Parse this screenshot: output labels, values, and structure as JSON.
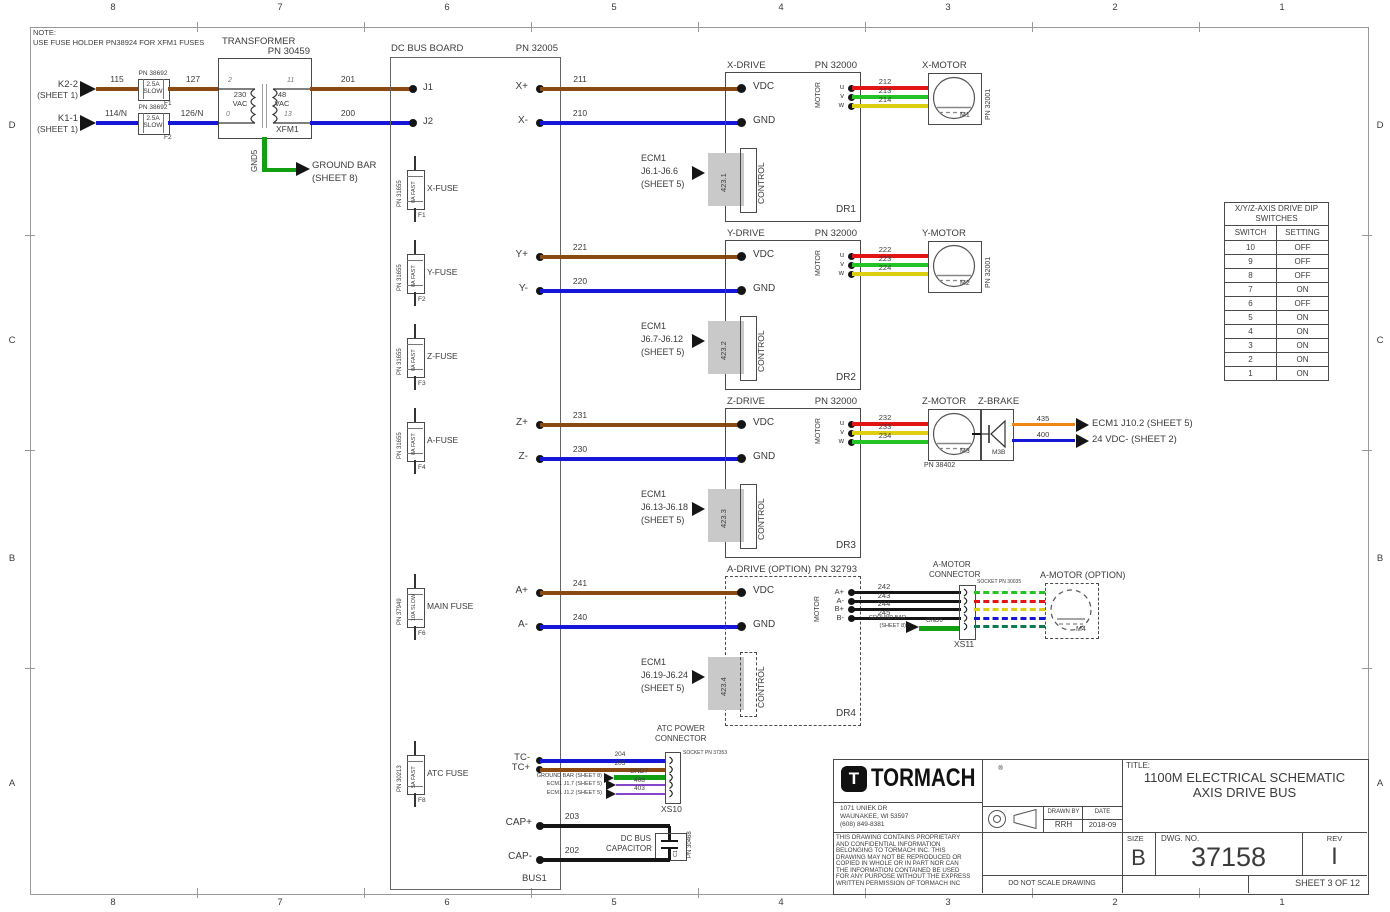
{
  "page": {
    "zones_top": [
      "8",
      "7",
      "6",
      "5",
      "4",
      "3",
      "2",
      "1"
    ],
    "zones_side": [
      "D",
      "C",
      "B",
      "A"
    ],
    "note_title": "NOTE:",
    "note_body": "USE FUSE HOLDER PN38924 FOR XFM1 FUSES"
  },
  "colors": {
    "vdc_wire": "#8a4a12",
    "gnd_wire": "#1616d6",
    "phase_red": "#e41414",
    "phase_green": "#23c423",
    "phase_yellow": "#ddcf10",
    "brake_orange": "#f08612",
    "signal_purple": "#8747cc",
    "ground_green": "#12a012",
    "teal": "#0d7a4d"
  },
  "transformer": {
    "title": "TRANSFORMER",
    "pn": "PN 30459",
    "primary_1": "230",
    "primary_2": "VAC",
    "secondary_1": "48",
    "secondary_2": "VAC",
    "pin_tl": "2",
    "pin_tr": "11",
    "pin_bl": "0",
    "pin_br": "13",
    "ref": "XFM1",
    "gnd": "GND5",
    "ground_1": "GROUND BAR",
    "ground_2": "(SHEET 8)"
  },
  "inputs": [
    {
      "name": "K2-2",
      "sheet": "(SHEET 1)",
      "wire_in": "115",
      "fuse_pn": "PN 38692",
      "fuse_val": "2.5A",
      "fuse_speed": "SLOW",
      "ref": "F1",
      "wire_out": "127",
      "bus_wire": "201",
      "bus_term": "J1"
    },
    {
      "name": "K1-1",
      "sheet": "(SHEET 1)",
      "wire_in": "114/N",
      "fuse_pn": "PN 38692",
      "fuse_val": "2.5A",
      "fuse_speed": "SLOW",
      "ref": "F2",
      "wire_out": "126/N",
      "bus_wire": "200",
      "bus_term": "J2"
    }
  ],
  "bus": {
    "title": "DC BUS BOARD",
    "pn": "PN 32005",
    "ref": "BUS1"
  },
  "fuses": [
    {
      "pn": "PN 31655",
      "rating": "8A FAST",
      "label": "X-FUSE",
      "ref": "F1"
    },
    {
      "pn": "PN 31655",
      "rating": "8A FAST",
      "label": "Y-FUSE",
      "ref": "F2"
    },
    {
      "pn": "PN 31655",
      "rating": "8A FAST",
      "label": "Z-FUSE",
      "ref": "F3"
    },
    {
      "pn": "PN 31655",
      "rating": "8A FAST",
      "label": "A-FUSE",
      "ref": "F4"
    },
    {
      "pn": "PN 37949",
      "rating": "10A SLOW",
      "label": "MAIN FUSE",
      "ref": "F6"
    },
    {
      "pn": "PN 30213",
      "rating": "5A FAST",
      "label": "ATC FUSE",
      "ref": "F8"
    }
  ],
  "axes": [
    {
      "plus": "X+",
      "plus_wire": "211",
      "minus": "X-",
      "minus_wire": "210",
      "drive": "X-DRIVE",
      "drive_pn": "PN 32000",
      "vdc": "VDC",
      "gnd": "GND",
      "ecm1": "ECM1",
      "ecm2": "J6.1-J6.6",
      "ecm3": "(SHEET 5)",
      "ctrl": "423.1",
      "control": "CONTROL",
      "dr": "DR1",
      "motor_word": "MOTOR",
      "phases": [
        "u",
        "v",
        "w"
      ],
      "phase_wires": [
        "212",
        "213",
        "214"
      ],
      "motor": "X-MOTOR",
      "motor_pn": "PN 32001",
      "motor_ref": "M1"
    },
    {
      "plus": "Y+",
      "plus_wire": "221",
      "minus": "Y-",
      "minus_wire": "220",
      "drive": "Y-DRIVE",
      "drive_pn": "PN 32000",
      "vdc": "VDC",
      "gnd": "GND",
      "ecm1": "ECM1",
      "ecm2": "J6.7-J6.12",
      "ecm3": "(SHEET 5)",
      "ctrl": "423.2",
      "control": "CONTROL",
      "dr": "DR2",
      "motor_word": "MOTOR",
      "phases": [
        "u",
        "v",
        "w"
      ],
      "phase_wires": [
        "222",
        "223",
        "224"
      ],
      "motor": "Y-MOTOR",
      "motor_pn": "PN 32001",
      "motor_ref": "M2"
    },
    {
      "plus": "Z+",
      "plus_wire": "231",
      "minus": "Z-",
      "minus_wire": "230",
      "drive": "Z-DRIVE",
      "drive_pn": "PN 32000",
      "vdc": "VDC",
      "gnd": "GND",
      "ecm1": "ECM1",
      "ecm2": "J6.13-J6.18",
      "ecm3": "(SHEET 5)",
      "ctrl": "423.3",
      "control": "CONTROL",
      "dr": "DR3",
      "motor_word": "MOTOR",
      "phases": [
        "u",
        "v",
        "w"
      ],
      "phase_wires": [
        "232",
        "233",
        "234"
      ],
      "motor": "Z-MOTOR",
      "motor_pn": "PN 38402",
      "motor_ref": "M3"
    },
    {
      "plus": "A+",
      "plus_wire": "241",
      "minus": "A-",
      "minus_wire": "240",
      "drive": "A-DRIVE (OPTION)",
      "drive_pn": "PN 32793",
      "vdc": "VDC",
      "gnd": "GND",
      "ecm1": "ECM1",
      "ecm2": "J6.19-J6.24",
      "ecm3": "(SHEET 5)",
      "ctrl": "423.4",
      "control": "CONTROL",
      "dr": "DR4",
      "motor_word": "MOTOR",
      "phases": [
        "A+",
        "A-",
        "B+",
        "B-"
      ],
      "phase_wires": [
        "242",
        "243",
        "244",
        "245"
      ]
    }
  ],
  "z_brake": {
    "title": "Z-BRAKE",
    "ref": "M3B",
    "out1_wire": "435",
    "out1": "ECM1 J10.2 (SHEET 5)",
    "out2_wire": "400",
    "out2": "24 VDC- (SHEET 2)"
  },
  "a_conn": {
    "title_1": "A-MOTOR",
    "title_2": "CONNECTOR",
    "socket": "SOCKET PN 30035",
    "ref": "XS11",
    "gnd": "GND6",
    "ground_1": "GROUND BAR",
    "ground_2": "(SHEET 8)",
    "motor": "A-MOTOR (OPTION)",
    "motor_ref": "M4"
  },
  "atc": {
    "title_1": "ATC POWER",
    "title_2": "CONNECTOR",
    "socket": "SOCKET PN 37353",
    "ref": "XS10",
    "tc_minus": "TC-",
    "tc_plus": "TC+",
    "wire_tc_minus": "204",
    "wire_tc_plus": "205",
    "wire_gnd": "GND7",
    "wire_408": "408",
    "wire_403": "403",
    "src_gnd": "GROUND BAR (SHEET 8)",
    "src_408": "ECM1 J1.7 (SHEET 5)",
    "src_403": "ECM1 J1.2 (SHEET 5)"
  },
  "cap": {
    "plus": "CAP+",
    "minus": "CAP-",
    "wire_plus": "203",
    "wire_minus": "202",
    "label_1": "DC BUS",
    "label_2": "CAPACITOR",
    "ref": "C1",
    "pn": "PN 30468"
  },
  "dip": {
    "title_1": "X/Y/Z-AXIS DRIVE DIP",
    "title_2": "SWITCHES",
    "col_1": "SWITCH",
    "col_2": "SETTING",
    "rows": [
      {
        "sw": "10",
        "set": "OFF"
      },
      {
        "sw": "9",
        "set": "OFF"
      },
      {
        "sw": "8",
        "set": "OFF"
      },
      {
        "sw": "7",
        "set": "ON"
      },
      {
        "sw": "6",
        "set": "OFF"
      },
      {
        "sw": "5",
        "set": "ON"
      },
      {
        "sw": "4",
        "set": "ON"
      },
      {
        "sw": "3",
        "set": "ON"
      },
      {
        "sw": "2",
        "set": "ON"
      },
      {
        "sw": "1",
        "set": "ON"
      }
    ]
  },
  "tb": {
    "brand": "TORMACH",
    "reg": "®",
    "addr_1": "1071 UNIEK DR",
    "addr_2": "WAUNAKEE, WI 53597",
    "addr_3": "(608) 849-8381",
    "prop_1": "THIS DRAWING CONTAINS PROPRIETARY",
    "prop_2": "AND CONFIDENTIAL INFORMATION",
    "prop_3": "BELONGING TO TORMACH INC. THIS",
    "prop_4": "DRAWING MAY NOT BE REPRODUCED OR",
    "prop_5": "COPIED IN WHOLE OR IN PART NOR CAN",
    "prop_6": "THE INFORMATION CONTAINED BE USED",
    "prop_7": "FOR ANY PURPOSE WITHOUT THE EXPRESS",
    "prop_8": "WRITTEN PERMISSION OF TORMACH INC",
    "drawn_by_label": "DRAWN BY",
    "drawn_by": "RRH",
    "date_label": "DATE",
    "date": "2018-09",
    "no_scale": "DO NOT SCALE DRAWING",
    "title_label": "TITLE:",
    "title_1": "1100M ELECTRICAL SCHEMATIC",
    "title_2": "AXIS DRIVE BUS",
    "size_label": "SIZE",
    "size": "B",
    "dwg_label": "DWG.  NO.",
    "dwg_no": "37158",
    "rev_label": "REV",
    "rev": "I",
    "sheet": "SHEET 3 OF 12"
  }
}
